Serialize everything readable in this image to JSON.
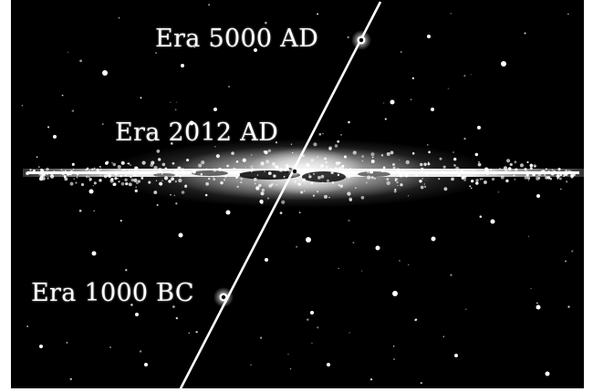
{
  "labels": {
    "era_5000_ad": "Era 5000 AD",
    "era_2012_ad": "Era 2012 AD",
    "era_1000_bc": "Era 1000 BC"
  },
  "colors": {
    "background": "#000000",
    "stars": "#ffffff",
    "trajectory": "#ffffff"
  }
}
